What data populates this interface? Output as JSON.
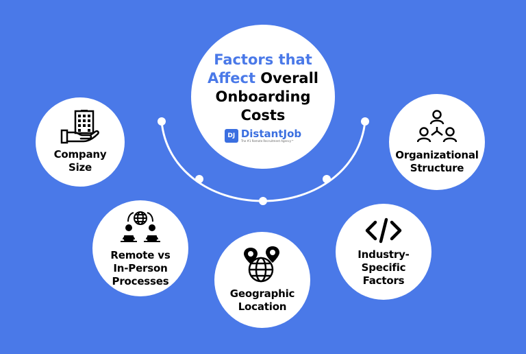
{
  "title": {
    "part1": "Factors that",
    "part2_accent": "Affect",
    "part2_rest": " Overall",
    "part3": "Onboarding",
    "part4": "Costs"
  },
  "brand": {
    "badge": "DJ",
    "name": "DistantJob",
    "tagline": "The #1 Remote Recruitment Agency™"
  },
  "factors": {
    "company": {
      "line1": "Company",
      "line2": "Size",
      "icon": "building-hand-icon"
    },
    "org": {
      "line1": "Organizational",
      "line2": "Structure",
      "icon": "org-chart-icon"
    },
    "remote": {
      "line1": "Remote vs",
      "line2": "In-Person",
      "line3": "Processes",
      "icon": "remote-workers-globe-icon"
    },
    "geo": {
      "line1": "Geographic",
      "line2": "Location",
      "icon": "globe-pins-icon"
    },
    "industry": {
      "line1": "Industry-",
      "line2": "Specific",
      "line3": "Factors",
      "icon": "code-icon"
    }
  },
  "colors": {
    "background": "#4a79e8",
    "accent": "#4a79e8",
    "circle": "#ffffff",
    "text": "#000000"
  }
}
